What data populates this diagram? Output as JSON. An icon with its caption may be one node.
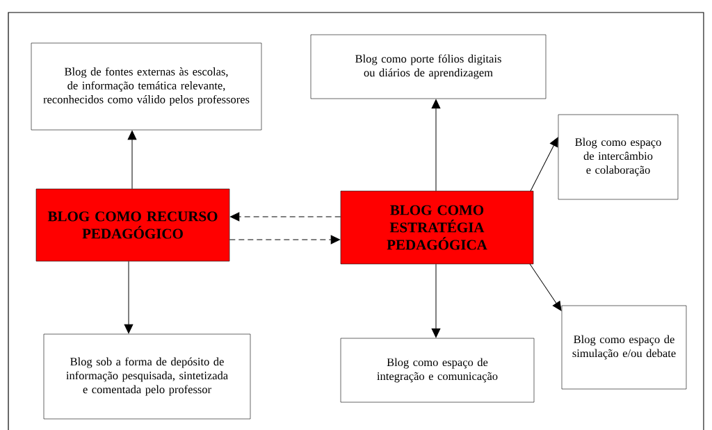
{
  "diagram": {
    "nodes": [
      {
        "text": [
          "Blog de fontes externas às escolas, de informação temática relevante, reconhecidos como válido pelos professores"
        ]
      },
      {
        "text": [
          "BLOG COMO RECURSO PEDAGÓGICO"
        ]
      },
      {
        "text": [
          "Blog sob a forma de depósito de informação pesquisada, sintetizada e comentada pelo professor"
        ]
      },
      {
        "text": [
          "Blog como porte fólios digitais ou diários de aprendizagem"
        ]
      },
      {
        "text": [
          "BLOG COMO ESTRATÉGIA PEDAGÓGICA"
        ]
      },
      {
        "text": [
          "Blog como espaço de intercâmbio e colaboração"
        ]
      },
      {
        "text": [
          "Blog como espaço de simulação e/ou debate"
        ]
      },
      {
        "text": [
          "Blog como espaço de integração e comunicação"
        ]
      }
    ],
    "edges": [
      {
        "from": 1,
        "to": 0,
        "arrow": "to"
      },
      {
        "from": 1,
        "to": 2,
        "arrow": "to"
      },
      {
        "from": 4,
        "to": 1,
        "arrow": "to",
        "style": "dashed"
      },
      {
        "from": 1,
        "to": 4,
        "arrow": "to",
        "style": "dashed"
      },
      {
        "from": 4,
        "to": 3,
        "arrow": "to"
      },
      {
        "from": 4,
        "to": 5,
        "arrow": "to"
      },
      {
        "from": 4,
        "to": 6,
        "arrow": "to"
      },
      {
        "from": 4,
        "to": 7,
        "arrow": "to"
      }
    ]
  }
}
